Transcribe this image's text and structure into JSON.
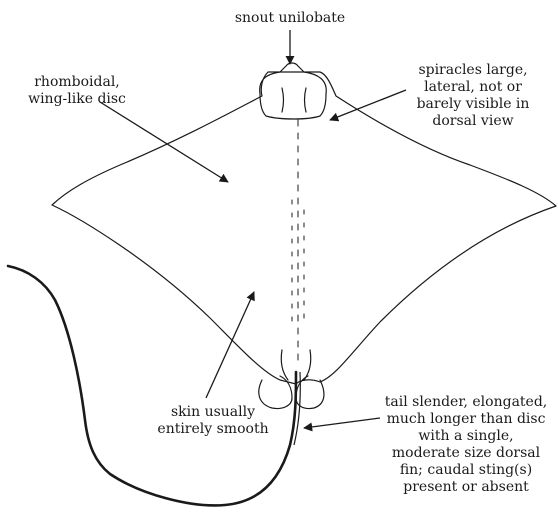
{
  "labels": {
    "snout": [
      "snout unilobate"
    ],
    "disc": [
      "rhomboidal,",
      "wing-like disc"
    ],
    "spiracles": [
      "spiracles large,",
      "lateral, not or",
      "barely visible in",
      "dorsal view"
    ],
    "skin": [
      "skin usually",
      "entirely smooth"
    ],
    "tail": [
      "tail slender, elongated,",
      "much longer than disc",
      "with a single,",
      "moderate size dorsal",
      "fin; caudal sting(s)",
      "present or absent"
    ]
  },
  "colors": {
    "ink": "#1a1a1a",
    "background": "#ffffff"
  }
}
